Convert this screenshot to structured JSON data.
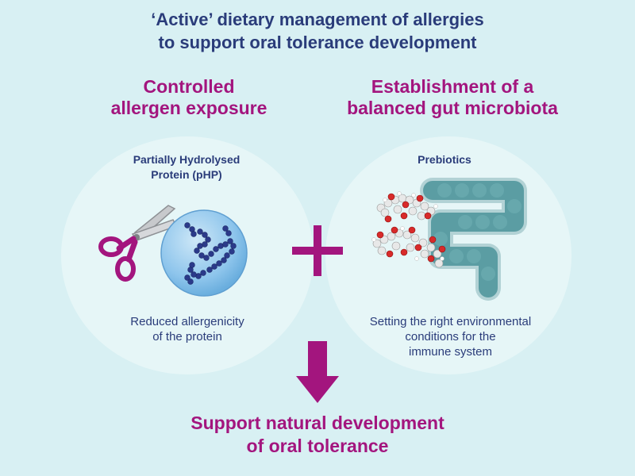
{
  "title": {
    "line1": "‘Active’ dietary management of allergies",
    "line2": "to support oral tolerance development"
  },
  "left": {
    "heading_line1": "Controlled",
    "heading_line2": "allergen exposure",
    "sublabel_line1": "Partially Hydrolysed",
    "sublabel_line2": "Protein (pHP)",
    "caption_line1": "Reduced allergenicity",
    "caption_line2": "of the protein",
    "icons": [
      "scissors-icon",
      "protein-chain-icon"
    ]
  },
  "right": {
    "heading_line1": "Establishment of a",
    "heading_line2": "balanced gut microbiota",
    "sublabel": "Prebiotics",
    "caption_line1": "Setting the right environmental",
    "caption_line2": "conditions for the",
    "caption_line3": "immune system",
    "icons": [
      "oligosaccharide-molecule-icon",
      "intestine-icon"
    ]
  },
  "plus_symbol": "+",
  "conclusion": {
    "line1": "Support natural development",
    "line2": "of oral tolerance"
  },
  "colors": {
    "background": "#d8f0f3",
    "navy": "#2a3c7a",
    "magenta": "#a3157e",
    "circle": "#e6f6f7",
    "gut": "#5b9da3"
  }
}
